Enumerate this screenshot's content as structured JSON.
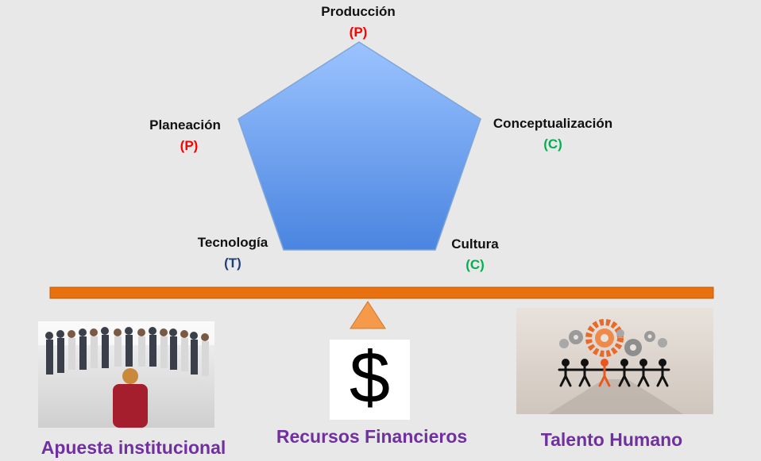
{
  "vertices": {
    "top": {
      "label": "Producción",
      "code": "(P)",
      "code_color": "#ff0000"
    },
    "upper_left": {
      "label": "Planeación",
      "code": "(P)",
      "code_color": "#ff0000"
    },
    "upper_right": {
      "label": "Conceptualización",
      "code": "(C)",
      "code_color": "#00b050"
    },
    "lower_left": {
      "label": "Tecnología",
      "code": "(T)",
      "code_color": "#1f3f7a"
    },
    "lower_right": {
      "label": "Cultura",
      "code": "(C)",
      "code_color": "#00b050"
    }
  },
  "pentagon": {
    "fill_top": "#9cc3ff",
    "fill_bottom": "#4a85e0",
    "stroke": "#7fa6d8"
  },
  "balance": {
    "beam_color": "#e8700f",
    "fulcrum_color": "#f59a4a"
  },
  "pillars": {
    "left": {
      "caption": "Apuesta institucional",
      "icon": "team-meeting-photo"
    },
    "center": {
      "caption": "Recursos Financieros",
      "icon": "dollar-sign-icon",
      "symbol": "$"
    },
    "right": {
      "caption": "Talento Humano",
      "icon": "people-gears-icon"
    }
  },
  "colors": {
    "caption": "#7030a0"
  }
}
